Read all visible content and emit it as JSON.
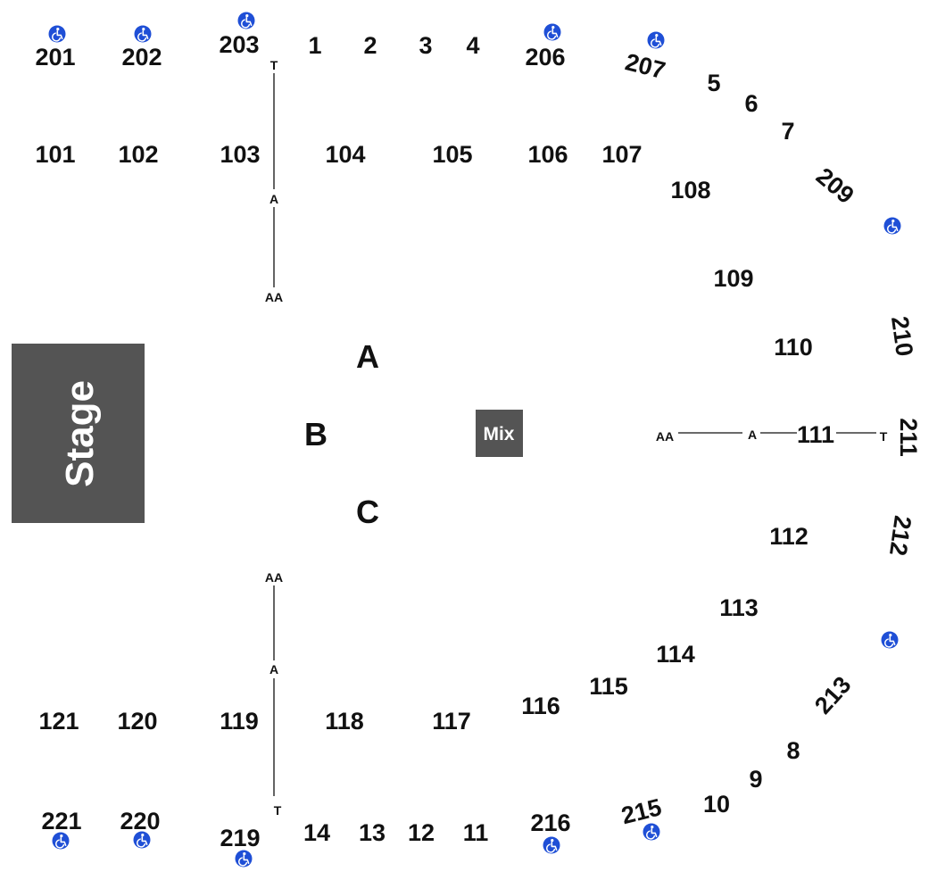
{
  "colors": {
    "stage": "#545454",
    "mix": "#545454",
    "accessible": "#1f4fd6",
    "text": "#111111",
    "background": "#ffffff"
  },
  "stage": {
    "label": "Stage"
  },
  "mix": {
    "label": "Mix"
  },
  "floor_sections": [
    "A",
    "B",
    "C"
  ],
  "sections_upper": [
    "201",
    "202",
    "203",
    "206",
    "207",
    "209",
    "210",
    "211",
    "212",
    "213",
    "215",
    "216",
    "219",
    "220",
    "221"
  ],
  "sections_lower": [
    "101",
    "102",
    "103",
    "104",
    "105",
    "106",
    "107",
    "108",
    "109",
    "110",
    "111",
    "112",
    "113",
    "114",
    "115",
    "116",
    "117",
    "118",
    "119",
    "120",
    "121"
  ],
  "boxes": [
    "1",
    "2",
    "3",
    "4",
    "5",
    "6",
    "7",
    "8",
    "9",
    "10",
    "11",
    "12",
    "13",
    "14"
  ],
  "row_markers": {
    "top": [
      "T",
      "A",
      "AA"
    ],
    "right": [
      "AA",
      "A",
      "T"
    ],
    "bottom": [
      "AA",
      "A",
      "T"
    ]
  },
  "accessible_icon": "wheelchair-icon"
}
